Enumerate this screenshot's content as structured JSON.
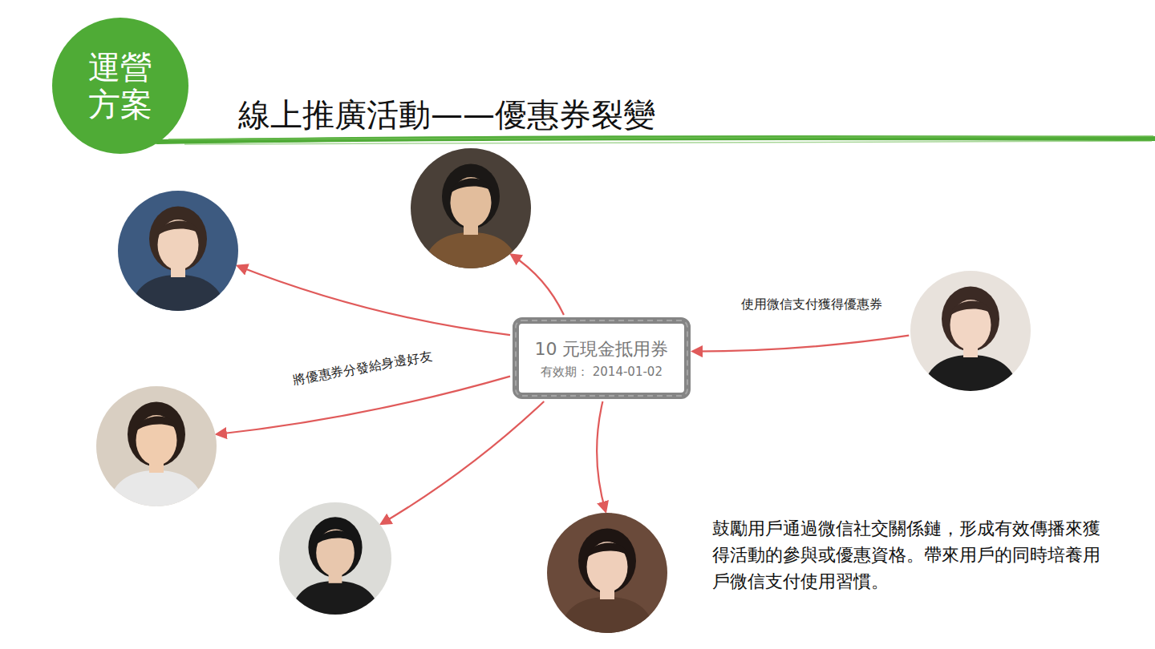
{
  "diagram": {
    "title": "線上推廣活動——優惠券裂變",
    "nodes": [
      {
        "text": [
          "運營 方案"
        ]
      },
      {
        "text": []
      },
      {
        "text": []
      },
      {
        "text": []
      },
      {
        "text": [
          "10 元現金抵用券",
          "有效期： 2014-01-02"
        ]
      },
      {
        "text": []
      },
      {
        "text": []
      },
      {
        "text": []
      }
    ],
    "edges": [
      {
        "from": 3,
        "to": 4,
        "label": "使用微信支付獲得優惠券",
        "arrow": "to"
      },
      {
        "from": 4,
        "to": 1,
        "arrow": "to"
      },
      {
        "from": 4,
        "to": 2,
        "arrow": "to"
      },
      {
        "from": 4,
        "to": 5,
        "label": "將優惠券分發給身邊好友",
        "arrow": "to"
      },
      {
        "from": 4,
        "to": 6,
        "arrow": "to"
      },
      {
        "from": 4,
        "to": 7,
        "arrow": "to"
      }
    ],
    "labels": [
      "鼓勵用戶通過微信社交關係鏈，形成有效傳播來獲得活動的參與或優惠資格。帶來用戶的同時培養用戶微信支付使用習慣。"
    ]
  }
}
